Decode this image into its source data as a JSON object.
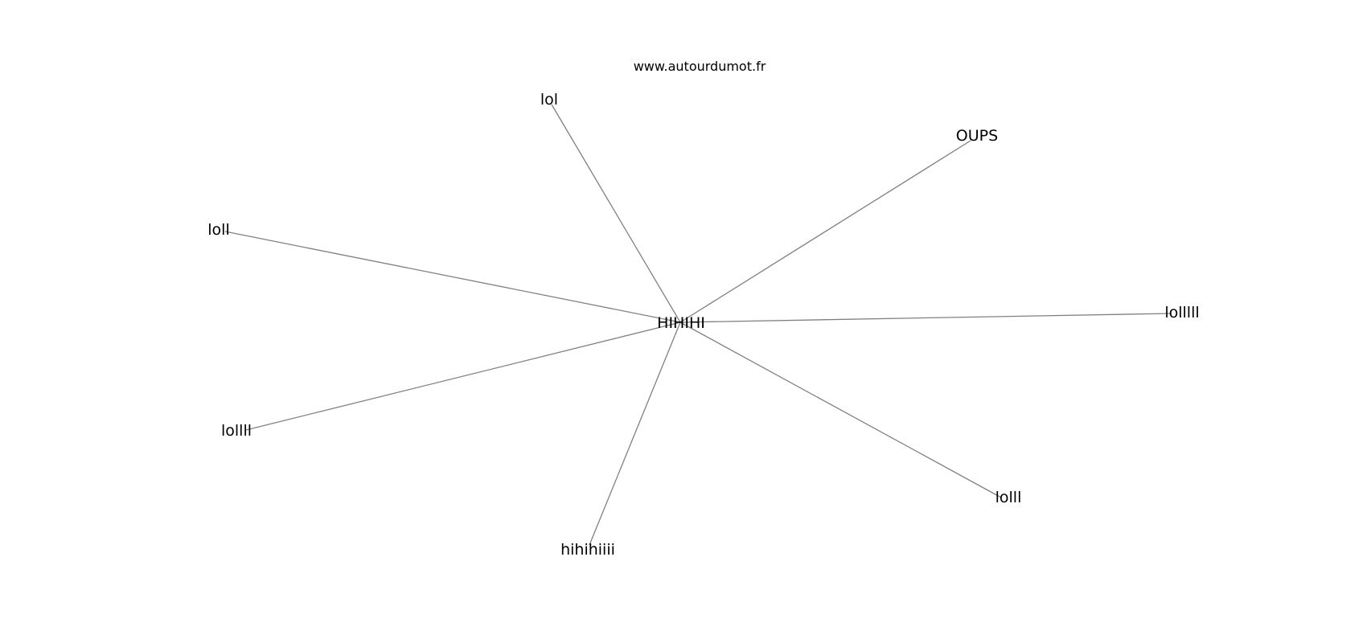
{
  "watermark": "www.autourdumot.fr",
  "graph": {
    "center": {
      "id": "center",
      "label": "HIHIHI"
    },
    "nodes": [
      {
        "id": "lol",
        "label": "lol"
      },
      {
        "id": "oups",
        "label": "OUPS"
      },
      {
        "id": "loll",
        "label": "loll"
      },
      {
        "id": "lollll",
        "label": "lollll"
      },
      {
        "id": "lollll2",
        "label": "lolllll"
      },
      {
        "id": "lolll",
        "label": "lolll"
      },
      {
        "id": "hihihiiii",
        "label": "hihihiiii"
      }
    ],
    "edges": [
      [
        "center",
        "lol"
      ],
      [
        "center",
        "oups"
      ],
      [
        "center",
        "loll"
      ],
      [
        "center",
        "lollll"
      ],
      [
        "center",
        "lollll2"
      ],
      [
        "center",
        "lolll"
      ],
      [
        "center",
        "hihihiiii"
      ]
    ]
  }
}
